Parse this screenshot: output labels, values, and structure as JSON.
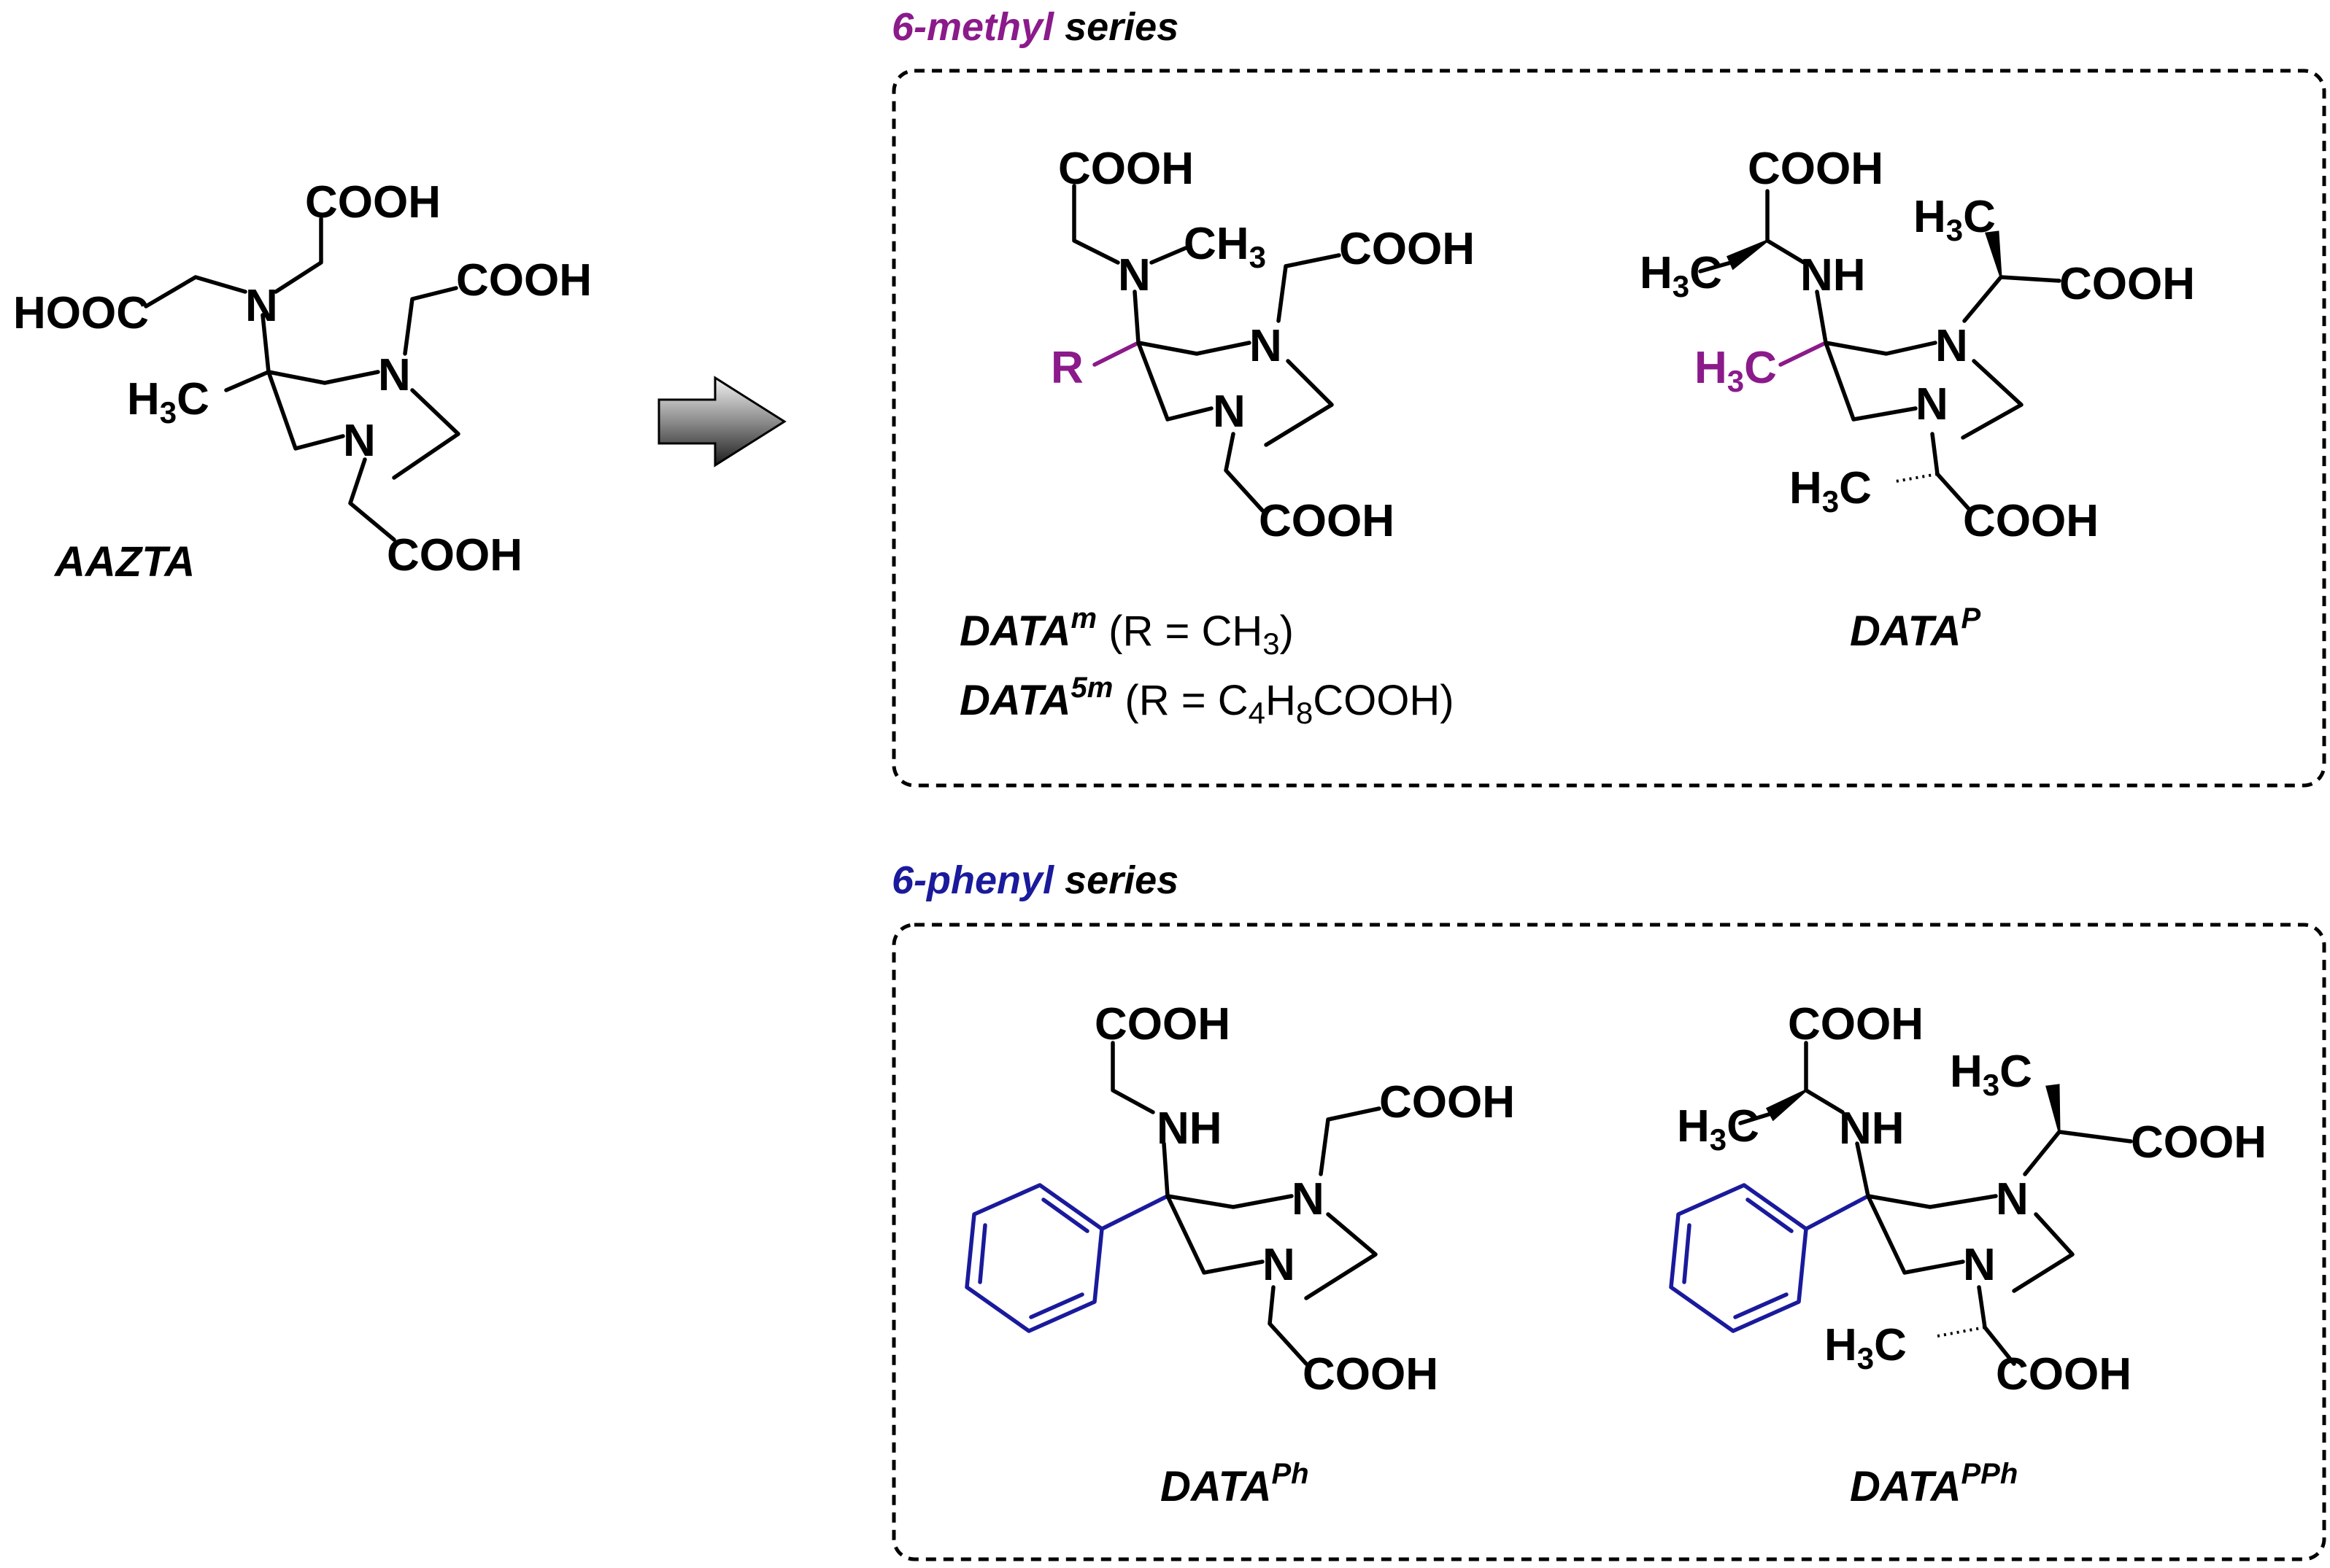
{
  "colors": {
    "methyl_series": "#8b1a8b",
    "phenyl_series": "#1a1a9c",
    "bonds": "#000000"
  },
  "groups": {
    "cooh": "COOH",
    "hooc": "HOOC",
    "n": "N",
    "nh": "NH",
    "ch3": "CH",
    "h3c_h": "H",
    "h3c_c": "C",
    "three": "3",
    "r": "R"
  },
  "aazta": {
    "label": "AAZTA"
  },
  "methyl_series": {
    "heading_colored": "6-methyl",
    "heading_rest": " series",
    "datam": {
      "name": "DATA",
      "sup": "m",
      "note": " (R = CH",
      "note_sub": "3",
      "note_end": ")"
    },
    "data5m": {
      "name": "DATA",
      "sup": "5m",
      "note": " (R = C",
      "sub1": "4",
      "mid": "H",
      "sub2": "8",
      "end": "COOH)"
    },
    "datap": {
      "name": "DATA",
      "sup": "P"
    }
  },
  "phenyl_series": {
    "heading_colored": "6-phenyl",
    "heading_rest": " series",
    "dataph": {
      "name": "DATA",
      "sup": "Ph"
    },
    "datapph": {
      "name": "DATA",
      "sup": "PPh"
    }
  }
}
